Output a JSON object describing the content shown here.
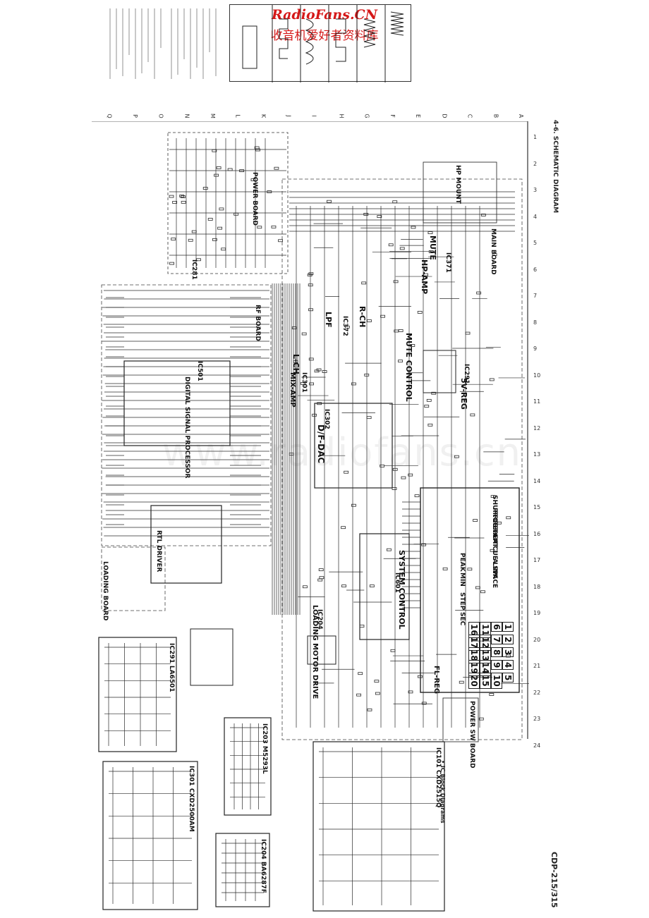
{
  "watermark": {
    "brand": "RadioFans.CN",
    "subtitle": "收音机爱好者资料库",
    "faint": "www.radiofans.cn"
  },
  "page": {
    "section_title": "4-6. SCHEMATIC DIAGRAM",
    "model": "CDP-215/315",
    "block_heading": "• IC Block Diagrams"
  },
  "boards": [
    "HP MOUNT",
    "MAIN BOARD",
    "POWER BOARD",
    "RF BOARD",
    "LOADING BOARD",
    "POWER SW BOARD"
  ],
  "ic_labels": [
    "IC371",
    "IC372",
    "IC301",
    "IC302",
    "IC501",
    "IC601",
    "IC281",
    "IC291",
    "IC204"
  ],
  "function_labels": [
    "MUTE",
    "HP-AMP",
    "LPF",
    "R-CH",
    "L-CH",
    "MIX-AMP",
    "MUTE CONTROL",
    "5V-REG",
    "D/F-DAC",
    "DIGITAL SIGNAL PROCESSOR",
    "RTL DRIVER",
    "SYSTEM CONTROL",
    "LOADING MOTOR DRIVE",
    "FL-REG"
  ],
  "display_text": [
    "SHUFFLE",
    "PROGRAM",
    "REPEAT 1",
    "A",
    "CUE LINK",
    "A SPACE",
    "PEAK",
    "MIN",
    "STEP",
    "SEC"
  ],
  "display_grid": [
    "1",
    "2",
    "3",
    "4",
    "5",
    "6",
    "7",
    "8",
    "9",
    "10",
    "11",
    "12",
    "13",
    "14",
    "15",
    "16",
    "17",
    "18",
    "19",
    "20"
  ],
  "block_titles": [
    "IC291 LA6501",
    "IC203 M5293L",
    "IC204 BA6287F",
    "IC301 CXD2500AM",
    "IC101 CXD2515Q"
  ],
  "columns": [
    "1",
    "2",
    "3",
    "4",
    "5",
    "6",
    "7",
    "8",
    "9",
    "10",
    "11",
    "12",
    "13",
    "14",
    "15",
    "16",
    "17",
    "18",
    "19",
    "20",
    "21",
    "22",
    "23",
    "24"
  ],
  "rows": [
    "A",
    "B",
    "C",
    "D",
    "E",
    "F",
    "G",
    "H",
    "I",
    "J",
    "K",
    "L",
    "M",
    "N",
    "O",
    "P",
    "Q"
  ]
}
